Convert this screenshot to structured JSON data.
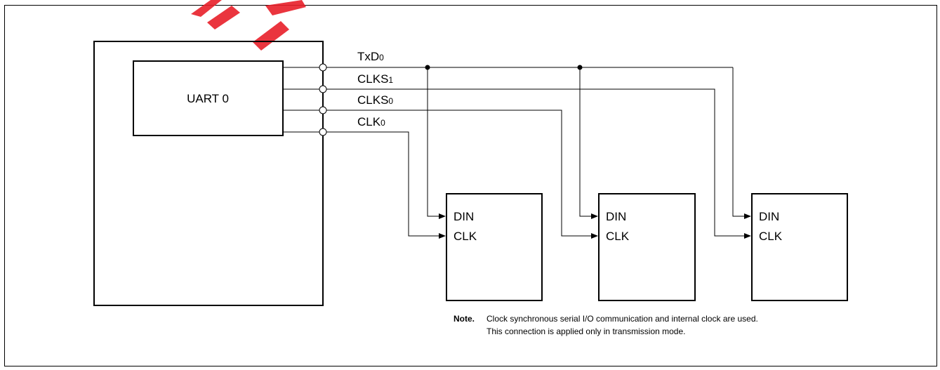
{
  "controller": {
    "uart_label": "UART 0"
  },
  "signals": {
    "txd": {
      "base": "TxD",
      "sub": "0"
    },
    "clks1": {
      "base": "CLKS",
      "sub": "1"
    },
    "clks0": {
      "base": "CLKS",
      "sub": "0"
    },
    "clk0": {
      "base": "CLK",
      "sub": "0"
    }
  },
  "receivers": [
    {
      "din_label": "DIN",
      "clk_label": "CLK"
    },
    {
      "din_label": "DIN",
      "clk_label": "CLK"
    },
    {
      "din_label": "DIN",
      "clk_label": "CLK"
    }
  ],
  "note": {
    "label": "Note.",
    "line1": "Clock synchronous serial I/O communication and internal clock are used.",
    "line2": "This connection is applied only in transmission mode."
  },
  "watermark": {
    "text": "EO",
    "color": "#e8202a"
  }
}
